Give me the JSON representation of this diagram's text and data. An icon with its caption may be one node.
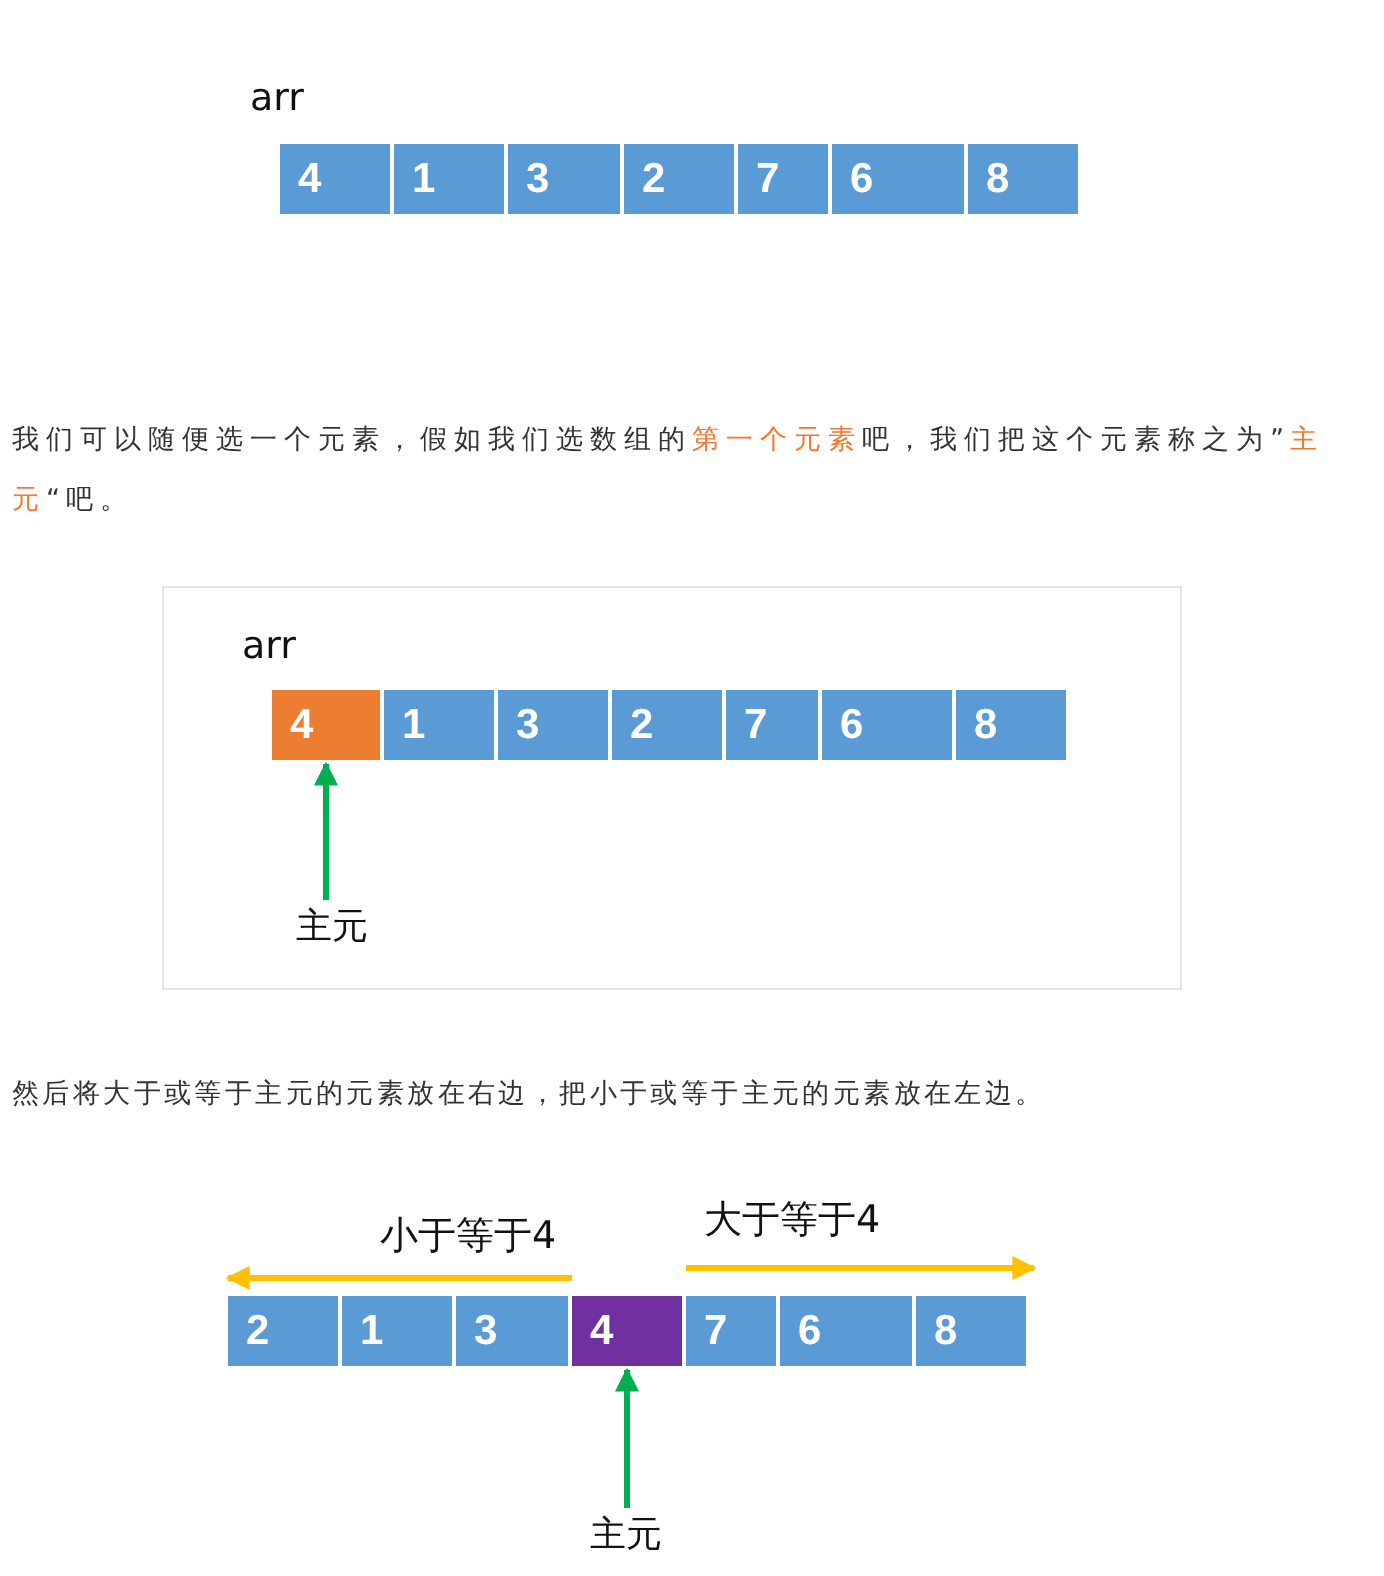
{
  "diagram": {
    "nodes": [
      {
        "text": [
          "4"
        ]
      },
      {
        "text": [
          "1"
        ]
      },
      {
        "text": [
          "3"
        ]
      },
      {
        "text": [
          "2"
        ]
      },
      {
        "text": [
          "7"
        ]
      },
      {
        "text": [
          "6"
        ]
      },
      {
        "text": [
          "8"
        ]
      },
      {
        "text": [
          "4"
        ]
      },
      {
        "text": [
          "1"
        ]
      },
      {
        "text": [
          "3"
        ]
      },
      {
        "text": [
          "2"
        ]
      },
      {
        "text": [
          "7"
        ]
      },
      {
        "text": [
          "6"
        ]
      },
      {
        "text": [
          "8"
        ]
      },
      {
        "text": [
          "主元"
        ]
      },
      {
        "text": [
          "2"
        ]
      },
      {
        "text": [
          "1"
        ]
      },
      {
        "text": [
          "3"
        ]
      },
      {
        "text": [
          "4"
        ]
      },
      {
        "text": [
          "7"
        ]
      },
      {
        "text": [
          "6"
        ]
      },
      {
        "text": [
          "8"
        ]
      },
      {
        "text": [
          "主元"
        ]
      }
    ],
    "edges": [
      {
        "from": 14,
        "to": 7,
        "arrow": "to"
      },
      {
        "from": 22,
        "to": 18,
        "arrow": "to"
      }
    ],
    "labels": [
      "arr",
      "我们可以随便选一个元素，假如我们选数组的",
      "第一个元素",
      "吧，我们把这个元素称之为”",
      "主元",
      "“吧。",
      "arr",
      "然后将大于或等于主元的元素放在右边，把小于或等于主元的元素放在左边。",
      "小于等于4",
      "大于等于4"
    ]
  }
}
